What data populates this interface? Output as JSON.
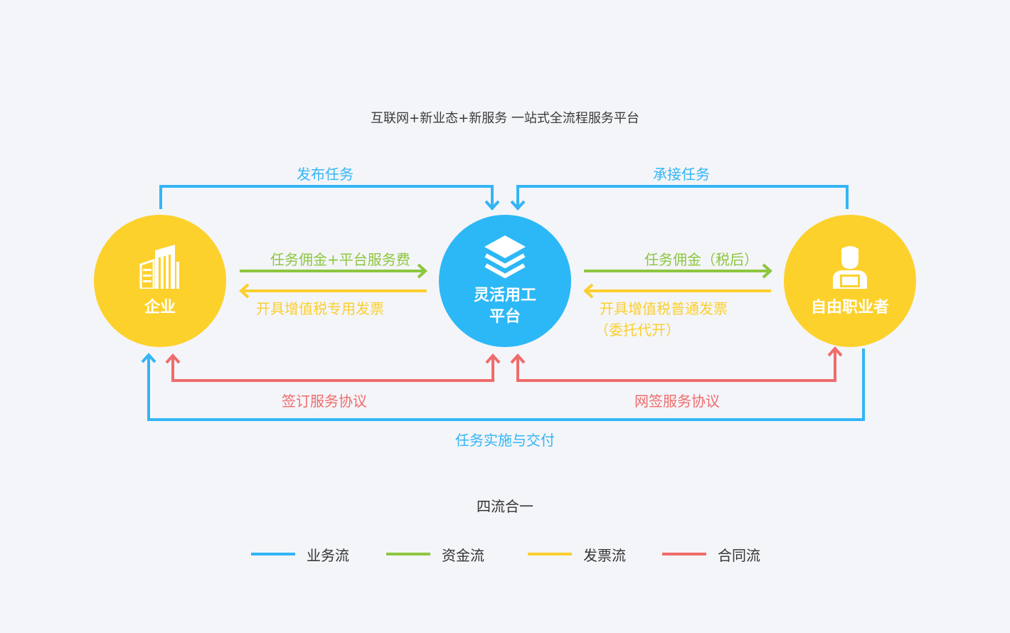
{
  "subtitle": "互联网+新业态+新服务 一站式全流程服务平台",
  "nodes": {
    "enterprise": "企业",
    "platform_line1": "灵活用工",
    "platform_line2": "平台",
    "freelancer": "自由职业者"
  },
  "flows": {
    "publish_task": "发布任务",
    "accept_task": "承接任务",
    "commission_fee": "任务佣金+平台服务费",
    "vat_invoice": "开具增值税专用发票",
    "commission_after_tax": "任务佣金（税后）",
    "vat_normal_invoice": "开具增值税普通发票",
    "vat_normal_invoice_note": "（委托代开）",
    "sign_agreement": "签订服务协议",
    "online_agreement": "网签服务协议",
    "task_delivery": "任务实施与交付"
  },
  "footer": {
    "title": "四流合一"
  },
  "legend": [
    {
      "label": "业务流",
      "color": "#33b5f5"
    },
    {
      "label": "资金流",
      "color": "#8dc63f"
    },
    {
      "label": "发票流",
      "color": "#fbcf2e"
    },
    {
      "label": "合同流",
      "color": "#f06b6b"
    }
  ],
  "colors": {
    "business": "#33b5f5",
    "money": "#8dc63f",
    "invoice": "#fbcf2e",
    "contract": "#f06b6b",
    "node_yellow": "#fdd12b",
    "node_blue": "#2cb8f6"
  }
}
